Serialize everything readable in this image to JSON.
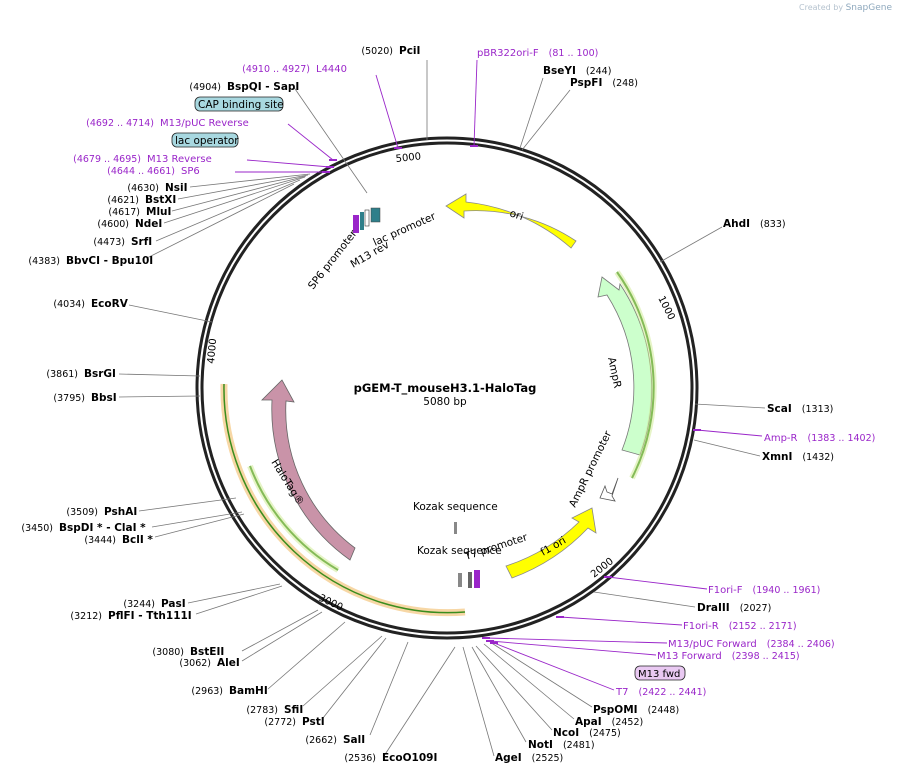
{
  "brand": {
    "created_by": "Created by",
    "name": "SnapGene"
  },
  "plasmid": {
    "name": "pGEM-T_mouseH3.1-HaloTag",
    "size": "5080 bp"
  },
  "ticks": [
    "1000",
    "2000",
    "3000",
    "4000",
    "5000"
  ],
  "enzymes": [
    {
      "name": "PciI",
      "pos": "(5020)"
    },
    {
      "name": "BseYI",
      "pos": "(244)"
    },
    {
      "name": "PspFI",
      "pos": "(248)"
    },
    {
      "name": "AhdI",
      "pos": "(833)"
    },
    {
      "name": "ScaI",
      "pos": "(1313)"
    },
    {
      "name": "XmnI",
      "pos": "(1432)"
    },
    {
      "name": "DraIII",
      "pos": "(2027)"
    },
    {
      "name": "PspOMI",
      "pos": "(2448)"
    },
    {
      "name": "ApaI",
      "pos": "(2452)"
    },
    {
      "name": "NcoI",
      "pos": "(2475)"
    },
    {
      "name": "NotI",
      "pos": "(2481)"
    },
    {
      "name": "AgeI",
      "pos": "(2525)"
    },
    {
      "name": "EcoO109I",
      "pos": "(2536)"
    },
    {
      "name": "SalI",
      "pos": "(2662)"
    },
    {
      "name": "PstI",
      "pos": "(2772)"
    },
    {
      "name": "SfiI",
      "pos": "(2783)"
    },
    {
      "name": "BamHI",
      "pos": "(2963)"
    },
    {
      "name": "AleI",
      "pos": "(3062)"
    },
    {
      "name": "BstEII",
      "pos": "(3080)"
    },
    {
      "name": "PflFI - Tth111I",
      "pos": "(3212)"
    },
    {
      "name": "PasI",
      "pos": "(3244)"
    },
    {
      "name": "BclI *",
      "pos": "(3444)"
    },
    {
      "name": "BspDI * - ClaI *",
      "pos": "(3450)"
    },
    {
      "name": "PshAI",
      "pos": "(3509)"
    },
    {
      "name": "BbsI",
      "pos": "(3795)"
    },
    {
      "name": "BsrGI",
      "pos": "(3861)"
    },
    {
      "name": "EcoRV",
      "pos": "(4034)"
    },
    {
      "name": "BbvCI - Bpu10I",
      "pos": "(4383)"
    },
    {
      "name": "SrfI",
      "pos": "(4473)"
    },
    {
      "name": "NdeI",
      "pos": "(4600)"
    },
    {
      "name": "MluI",
      "pos": "(4617)"
    },
    {
      "name": "BstXI",
      "pos": "(4621)"
    },
    {
      "name": "NsiI",
      "pos": "(4630)"
    },
    {
      "name": "BspQI - SapI",
      "pos": "(4904)"
    }
  ],
  "primers": [
    {
      "name": "pBR322ori-F",
      "pos": "(81 .. 100)"
    },
    {
      "name": "L4440",
      "pos": "(4910 .. 4927)"
    },
    {
      "name": "M13/pUC Reverse",
      "pos": "(4692 .. 4714)"
    },
    {
      "name": "M13 Reverse",
      "pos": "(4679 .. 4695)"
    },
    {
      "name": "SP6",
      "pos": "(4644 .. 4661)"
    },
    {
      "name": "Amp-R",
      "pos": "(1383 .. 1402)"
    },
    {
      "name": "F1ori-F",
      "pos": "(1940 .. 1961)"
    },
    {
      "name": "F1ori-R",
      "pos": "(2152 .. 2171)"
    },
    {
      "name": "M13/pUC Forward",
      "pos": "(2384 .. 2406)"
    },
    {
      "name": "M13 Forward",
      "pos": "(2398 .. 2415)"
    },
    {
      "name": "T7",
      "pos": "(2422 .. 2441)"
    }
  ],
  "boxes": [
    "CAP binding site",
    "lac operator",
    "M13 fwd"
  ],
  "features": [
    "ori",
    "AmpR",
    "AmpR promoter",
    "f1 ori",
    "HaloTag®",
    "Kozak sequence",
    "Kozak sequence",
    "T7 promoter",
    "lac promoter",
    "SP6 promoter",
    "M13 rev"
  ],
  "colors": {
    "ori": "#ffff00",
    "ampr": "#ccffcc",
    "halo": "#c993a8",
    "primer": "#9a26c9",
    "cds_outline": "#e6a830",
    "green": "#3a8d1e"
  }
}
